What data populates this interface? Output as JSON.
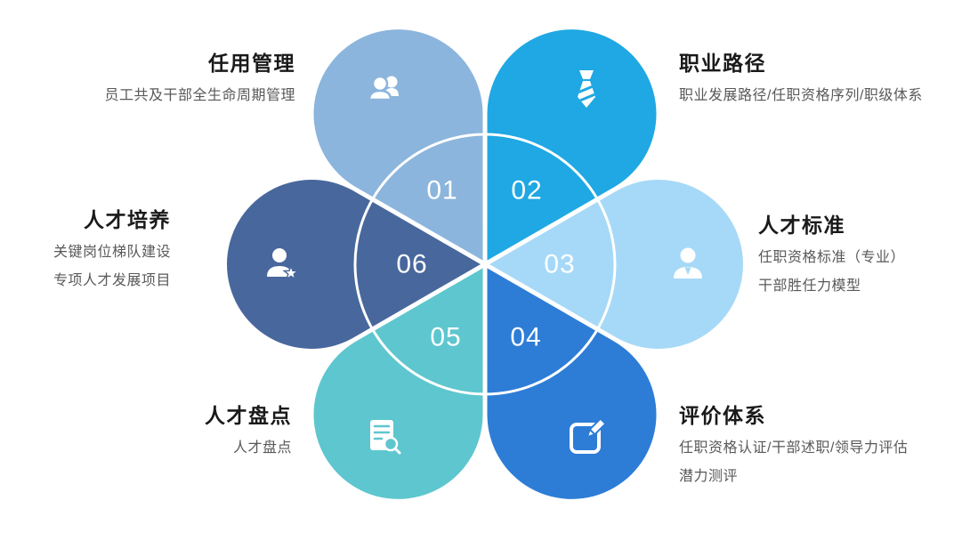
{
  "diagram": {
    "kind": "flower-petal-diagram",
    "petal_count": 6
  },
  "petals": [
    {
      "number": "01",
      "title": "任用管理",
      "subtitle_lines": [
        "员工共及干部全生命周期管理"
      ],
      "color": "#8BB5DC",
      "icon": "users-icon"
    },
    {
      "number": "02",
      "title": "职业路径",
      "subtitle_lines": [
        "职业发展路径/任职资格序列/职级体系"
      ],
      "color": "#1FA8E3",
      "icon": "tie-icon"
    },
    {
      "number": "03",
      "title": "人才标准",
      "subtitle_lines": [
        "任职资格标准（专业）",
        "干部胜任力模型"
      ],
      "color": "#A6D9F7",
      "icon": "person-icon"
    },
    {
      "number": "04",
      "title": "评价体系",
      "subtitle_lines": [
        "任职资格认证/干部述职/领导力评估",
        "潜力测评"
      ],
      "color": "#2D7DD6",
      "icon": "edit-icon"
    },
    {
      "number": "05",
      "title": "人才盘点",
      "subtitle_lines": [
        "人才盘点"
      ],
      "color": "#5EC6CE",
      "icon": "report-search-icon"
    },
    {
      "number": "06",
      "title": "人才培养",
      "subtitle_lines": [
        "关键岗位梯队建设",
        "专项人才发展项目"
      ],
      "color": "#48679C",
      "icon": "person-star-icon"
    }
  ],
  "colors": {
    "background": "#FFFFFF",
    "title_text": "#1A1A1A",
    "subtitle_text": "#595959",
    "number_text": "#FFFFFF",
    "center_ring": "#FFFFFF"
  }
}
